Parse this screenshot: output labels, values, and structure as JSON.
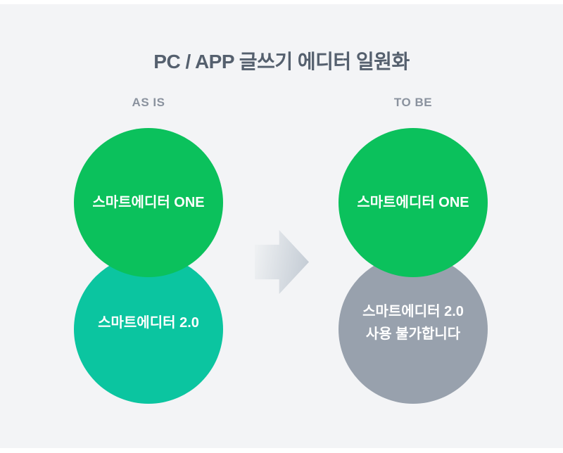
{
  "title": "PC / APP 글쓰기 에디터 일원화",
  "columns": {
    "as_is": {
      "label": "AS IS",
      "circles": [
        {
          "text": "스마트에디터 ONE",
          "color": "#0bc15c"
        },
        {
          "text": "스마트에디터 2.0",
          "color": "#0bc5a0"
        }
      ]
    },
    "to_be": {
      "label": "TO BE",
      "circles": [
        {
          "text": "스마트에디터 ONE",
          "color": "#0bc15c"
        },
        {
          "text": "스마트에디터 2.0",
          "subtext": "사용 불가합니다",
          "color": "#98a1ad"
        }
      ]
    }
  },
  "arrow": {
    "icon": "right-arrow",
    "gradient": [
      "#eff1f3",
      "#c3cbd4"
    ]
  },
  "colors": {
    "page": "#ffffff",
    "background": "#f3f4f6",
    "green": "#0bc15c",
    "teal": "#0bc5a0",
    "gray": "#98a1ad",
    "title_text": "#55606e",
    "label_text": "#8a929e",
    "circle_text": "#ffffff"
  }
}
